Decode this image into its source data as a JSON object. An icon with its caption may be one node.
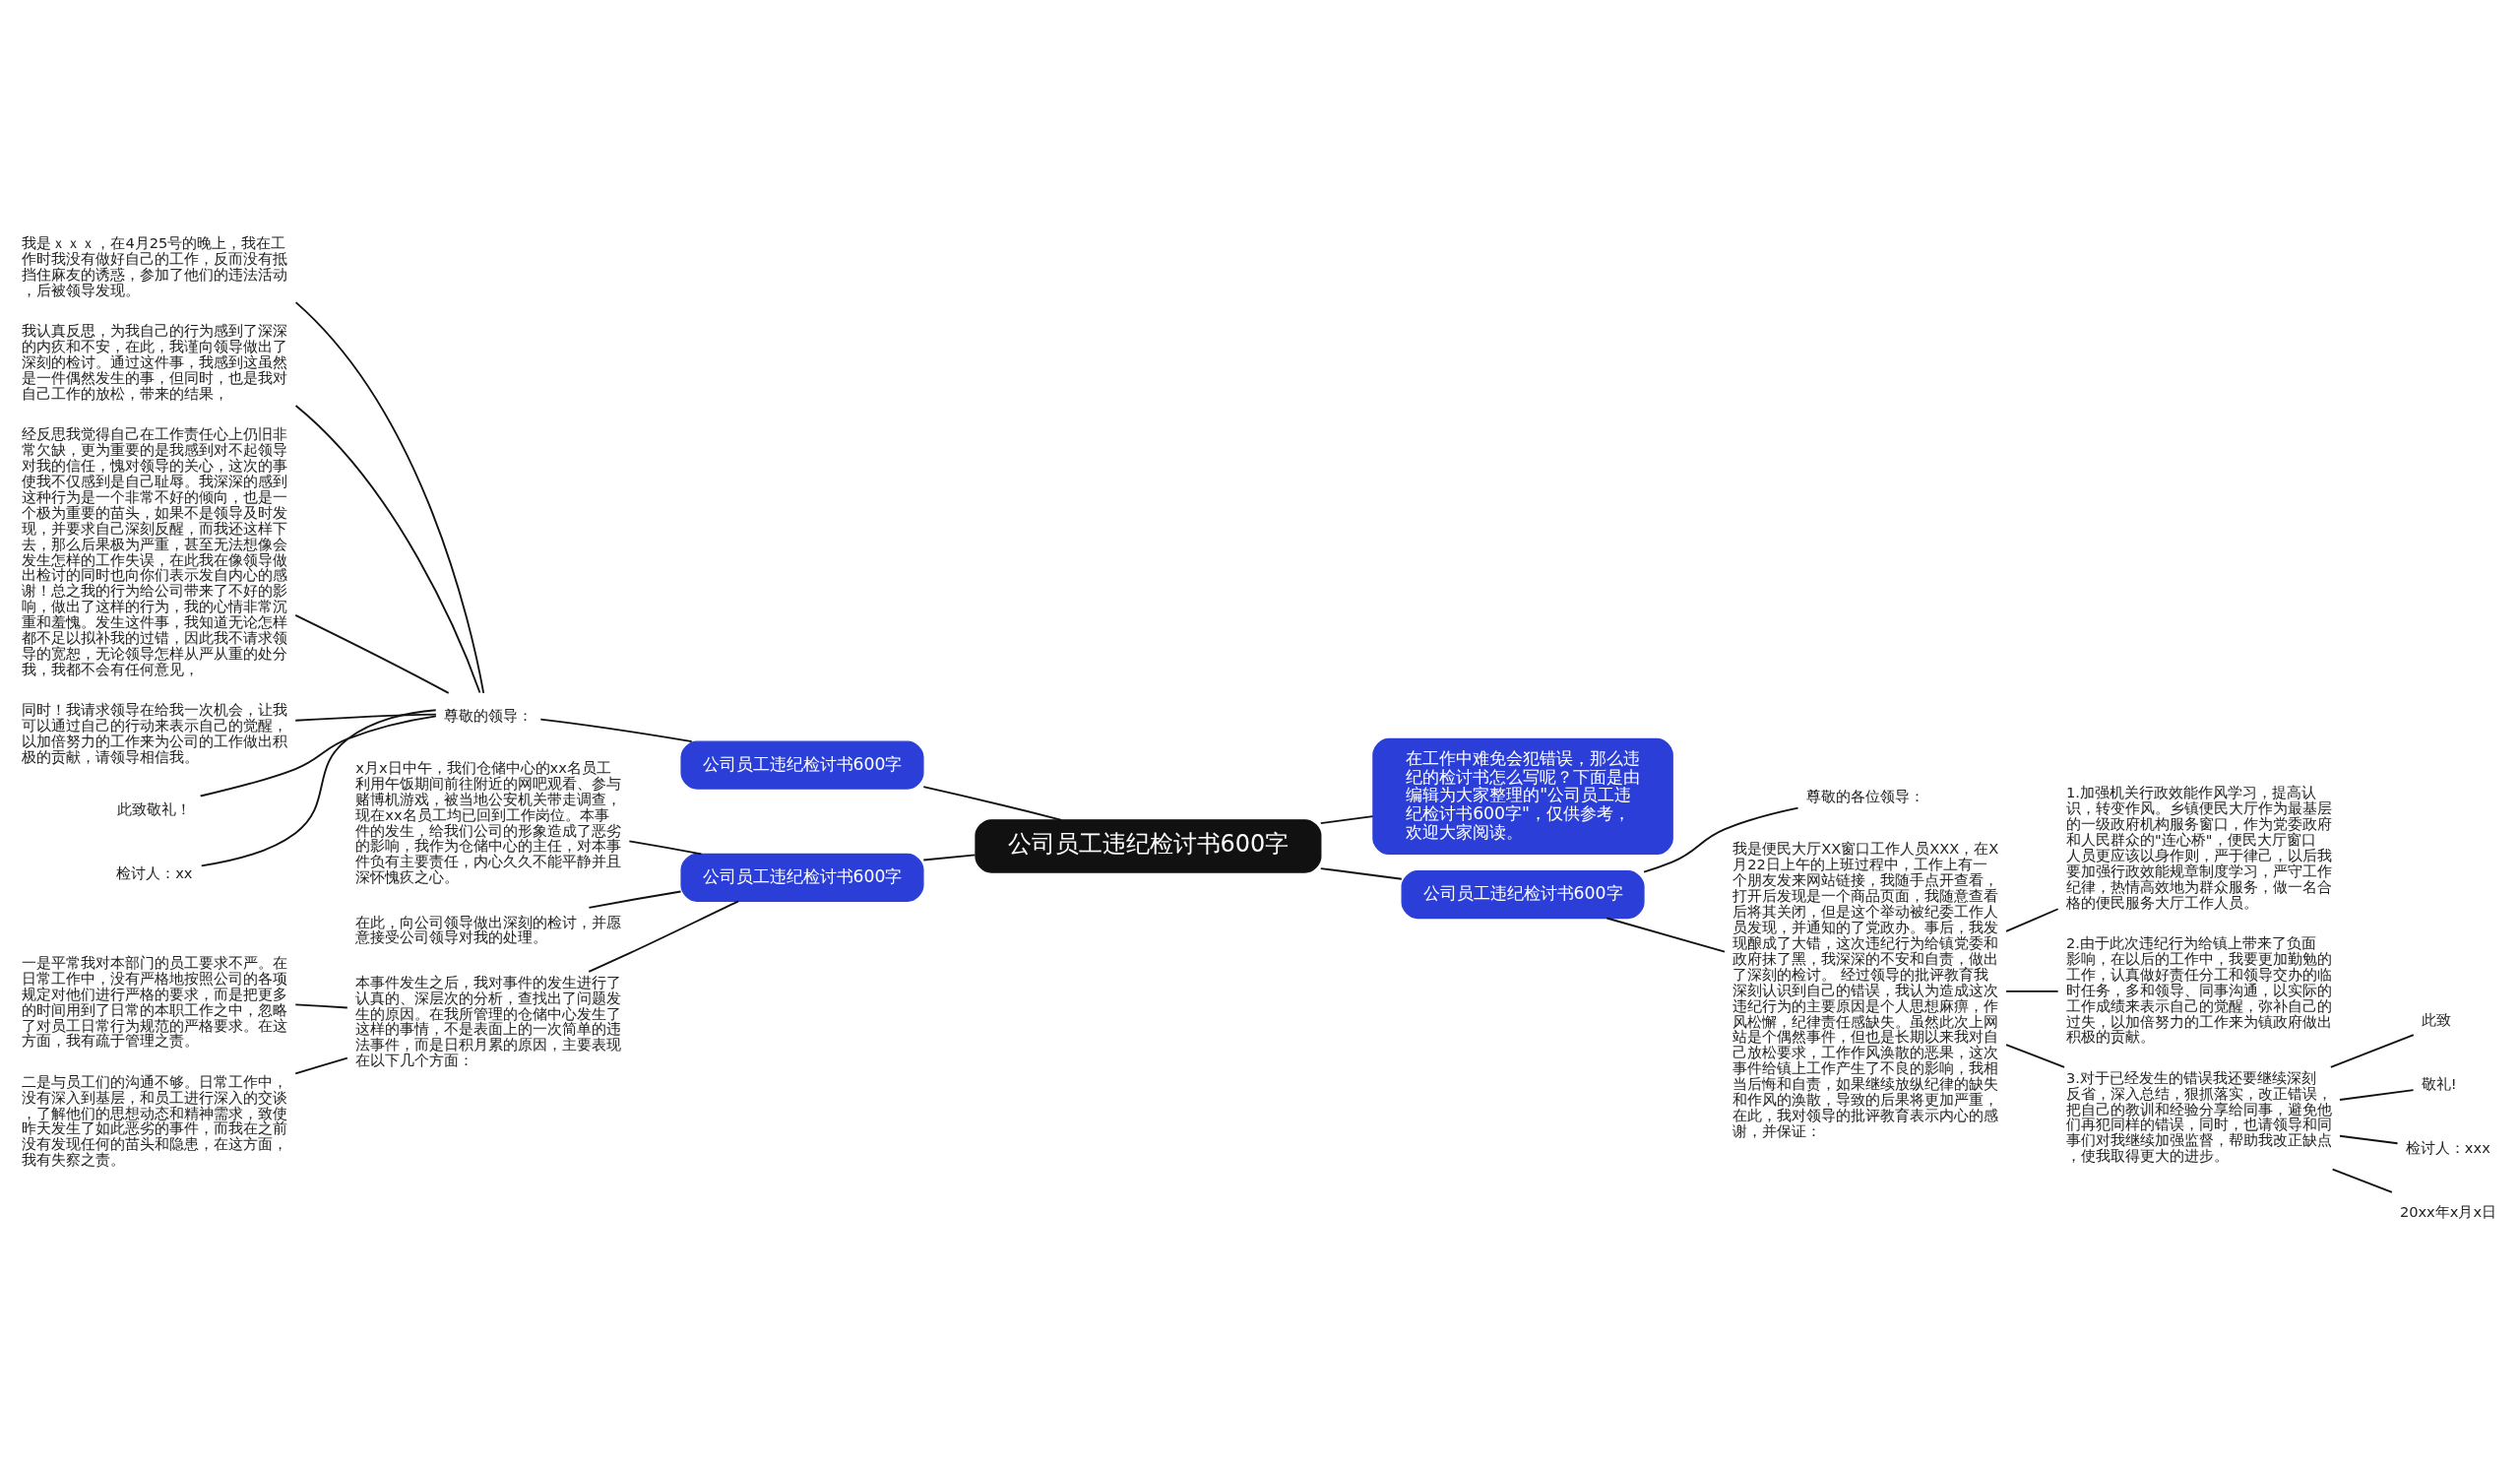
{
  "diagram": {
    "nodes": [
      {
        "text": [
          "公司员工违纪检讨书600字"
        ]
      },
      {
        "text": [
          "公司员工违纪检讨书600字"
        ]
      },
      {
        "text": [
          "尊敬的领导："
        ]
      },
      {
        "text": [
          "我是ｘｘｘ，在4月25号的晚上，我在工作时我没有做好自己的工作，反而没有抵挡住麻友的诱惑，参加了他们的违法活动，后被领导发现。"
        ]
      },
      {
        "text": [
          "我认真反思，为我自己的行为感到了深深的内疚和不安，在此，我谨向领导做出了深刻的检讨。通过这件事，我感到这虽然是一件偶然发生的事，但同时，也是我对自己工作的放松，带来的结果，"
        ]
      },
      {
        "text": [
          "经反思我觉得自己在工作责任心上仍旧非常欠缺，更为重要的是我感到对不起领导对我的信任，愧对领导的关心，这次的事使我不仅感到是自己耻辱。我深深的感到这种行为是一个非常不好的倾向，也是一个极为重要的苗头，如果不是领导及时发现，并要求自己深刻反醒，而我还这样下去，那么后果极为严重，甚至无法想像会发生怎样的工作失误，在此我在像领导做出检讨的同时也向你们表示发自内心的感谢！总之我的行为给公司带来了不好的影响，做出了这样的行为，我的心情非常沉重和羞愧。发生这件事，我知道无论怎样都不足以拟补我的过错，因此我不请求领导的宽恕，无论领导怎样从严从重的处分我，我都不会有任何意见，"
        ]
      },
      {
        "text": [
          "同时！我请求领导在给我一次机会，让我可以通过自己的行动来表示自己的觉醒，以加倍努力的工作来为公司的工作做出积极的贡献，请领导相信我。"
        ]
      },
      {
        "text": [
          "此致敬礼！"
        ]
      },
      {
        "text": [
          "检讨人：xx"
        ]
      },
      {
        "text": [
          "在工作中难免会犯错误，那么违纪的检讨书怎么写呢？下面是由编辑为大家整理的\"公司员工违纪检讨书600字\"，仅供参考，欢迎大家阅读。"
        ]
      },
      {
        "text": [
          "公司员工违纪检讨书600字"
        ]
      },
      {
        "text": [
          "尊敬的各位领导："
        ]
      },
      {
        "text": [
          "我是便民大厅XX窗口工作人员XXX，在X月22日上午的上班过程中，工作上有一个朋友发来网站链接，我随手点开查看，打开后发现是一个商品页面，我随意查看后将其关闭，但是这个举动被纪委工作人员发现，并通知的了党政办。事后，我发现酿成了大错，这次违纪行为给镇党委和政府抹了黑，我深深的不安和自责，做出了深刻的检讨。 经过领导的批评教育我深刻认识到自己的错误，我认为造成这次违纪行为的主要原因是个人思想麻痹，作风松懈，纪律责任感缺失。虽然此次上网站是个偶然事件，但也是长期以来我对自己放松要求，工作作风涣散的恶果，这次事件给镇上工作产生了不良的影响，我相当后悔和自责，如果继续放纵纪律的缺失和作风的涣散，导致的后果将更加严重，在此，我对领导的批评教育表示内心的感谢，并保证："
        ]
      },
      {
        "text": [
          "1.加强机关行政效能作风学习，提高认识，转变作风。乡镇便民大厅作为最基层的一级政府机构服务窗口，作为党委政府和人民群众的\"连心桥\"，便民大厅窗口人员更应该以身作则，严于律己，以后我要加强行政效能规章制度学习，严守工作纪律，热情高效地为群众服务，做一名合格的便民服务大厅工作人员。"
        ]
      },
      {
        "text": [
          "2.由于此次违纪行为给镇上带来了负面影响，在以后的工作中，我要更加勤勉的工作，认真做好责任分工和领导交办的临时任务，多和领导、同事沟通，以实际的工作成绩来表示自己的觉醒，弥补自己的过失，以加倍努力的工作来为镇政府做出积极的贡献。"
        ]
      },
      {
        "text": [
          "3.对于已经发生的错误我还要继续深刻反省，深入总结，狠抓落实，改正错误，把自己的教训和经验分享给同事，避免他们再犯同样的错误，同时，也请领导和同事们对我继续加强监督，帮助我改正缺点，使我取得更大的进步。"
        ]
      },
      {
        "text": [
          "此致"
        ]
      },
      {
        "text": [
          "敬礼!"
        ]
      },
      {
        "text": [
          "检讨人：xxx"
        ]
      },
      {
        "text": [
          "20xx年x月x日"
        ]
      },
      {
        "text": [
          "公司员工违纪检讨书600字"
        ]
      },
      {
        "text": [
          "x月x日中午，我们仓储中心的xx名员工利用午饭期间前往附近的网吧观看、参与赌博机游戏，被当地公安机关带走调查，现在xx名员工均已回到工作岗位。本事件的发生，给我们公司的形象造成了恶劣的影响，我作为仓储中心的主任，对本事件负有主要责任，内心久久不能平静并且深怀愧疚之心。"
        ]
      },
      {
        "text": [
          "在此，向公司领导做出深刻的检讨，并愿意接受公司领导对我的处理。"
        ]
      },
      {
        "text": [
          "本事件发生之后，我对事件的发生进行了认真的、深层次的分析，查找出了问题发生的原因。在我所管理的仓储中心发生了这样的事情，不是表面上的一次简单的违法事件，而是日积月累的原因，主要表现在以下几个方面："
        ]
      },
      {
        "text": [
          "一是平常我对本部门的员工要求不严。在日常工作中，没有严格地按照公司的各项规定对他们进行严格的要求，而是把更多的时间用到了日常的本职工作之中，忽略了对员工日常行为规范的严格要求。在这方面，我有疏于管理之责。"
        ]
      },
      {
        "text": [
          "二是与员工们的沟通不够。日常工作中，没有深入到基层，和员工进行深入的交谈，了解他们的思想动态和精神需求，致使昨天发生了如此恶劣的事件，而我在之前没有发现任何的苗头和隐患，在这方面，我有失察之责。"
        ]
      }
    ],
    "edges": [
      {
        "from": 0,
        "to": 1,
        "arrow": "none"
      },
      {
        "from": 1,
        "to": 2,
        "arrow": "none"
      },
      {
        "from": 2,
        "to": 3,
        "arrow": "none"
      },
      {
        "from": 2,
        "to": 4,
        "arrow": "none"
      },
      {
        "from": 2,
        "to": 5,
        "arrow": "none"
      },
      {
        "from": 2,
        "to": 6,
        "arrow": "none"
      },
      {
        "from": 2,
        "to": 7,
        "arrow": "none"
      },
      {
        "from": 2,
        "to": 8,
        "arrow": "none"
      },
      {
        "from": 0,
        "to": 9,
        "arrow": "none"
      },
      {
        "from": 0,
        "to": 10,
        "arrow": "none"
      },
      {
        "from": 10,
        "to": 11,
        "arrow": "none"
      },
      {
        "from": 10,
        "to": 12,
        "arrow": "none"
      },
      {
        "from": 12,
        "to": 13,
        "arrow": "none"
      },
      {
        "from": 12,
        "to": 14,
        "arrow": "none"
      },
      {
        "from": 12,
        "to": 15,
        "arrow": "none"
      },
      {
        "from": 15,
        "to": 16,
        "arrow": "none"
      },
      {
        "from": 15,
        "to": 17,
        "arrow": "none"
      },
      {
        "from": 15,
        "to": 18,
        "arrow": "none"
      },
      {
        "from": 15,
        "to": 19,
        "arrow": "none"
      },
      {
        "from": 0,
        "to": 20,
        "arrow": "none"
      },
      {
        "from": 20,
        "to": 21,
        "arrow": "none"
      },
      {
        "from": 20,
        "to": 22,
        "arrow": "none"
      },
      {
        "from": 20,
        "to": 23,
        "arrow": "none"
      },
      {
        "from": 23,
        "to": 24,
        "arrow": "none"
      },
      {
        "from": 23,
        "to": 25,
        "arrow": "none"
      }
    ]
  }
}
